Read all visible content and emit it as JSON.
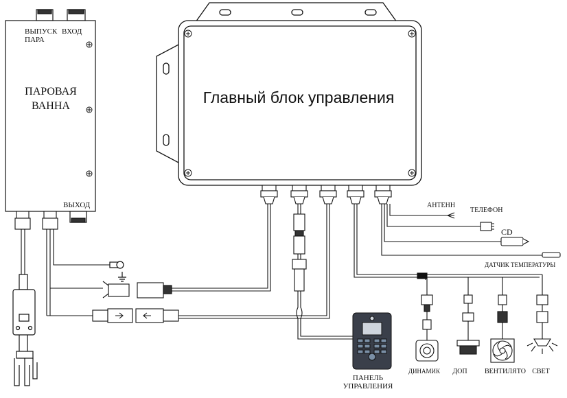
{
  "colors": {
    "line": "#111111",
    "bg": "#ffffff",
    "panel_dark": "#3a3f4a",
    "panel_screen": "#cfd5dd",
    "key": "#7a8fa6"
  },
  "steam_bath": {
    "title_line1": "ПАРОВАЯ",
    "title_line2": "ВАННА",
    "steam_outlet_line1": "ВЫПУСК",
    "steam_outlet_line2": "ПАРА",
    "input": "ВХОД",
    "output": "ВЫХОД"
  },
  "main_unit": {
    "title": "Главный блок управления"
  },
  "peripherals": {
    "antenna": "АНТЕНН",
    "phone": "ТЕЛЕФОН",
    "cd": "CD",
    "temp_sensor": "ДАТЧИК ТЕМПЕРАТУРЫ",
    "speaker": "ДИНАМИК",
    "aux": "ДОП",
    "fan": "ВЕНТИЛЯТО",
    "light": "СВЕТ"
  },
  "control_panel": {
    "line1": "ПАНЕЛЬ",
    "line2": "УПРАВЛЕНИЯ"
  },
  "icons": [
    "plug-icon",
    "ground-icon",
    "speaker-icon",
    "fan-icon",
    "light-icon",
    "screw-icon",
    "connector-icon"
  ]
}
